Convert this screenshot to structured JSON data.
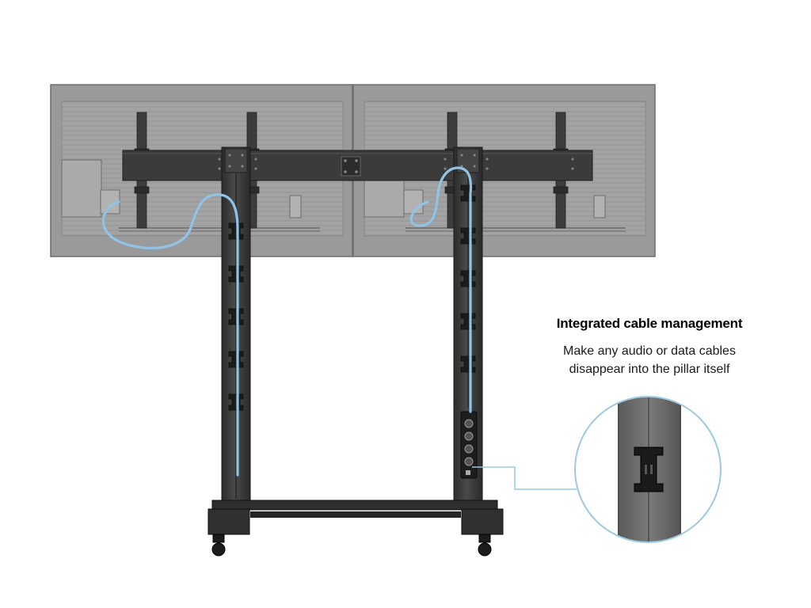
{
  "callout": {
    "title": "Integrated cable management",
    "body_line_1": "Make any audio or data cables",
    "body_line_2": "disappear into the pillar itself"
  },
  "colors": {
    "background": "#ffffff",
    "screen_back": "#9c9c9c",
    "stand_metal": "#3a3a3a",
    "cable": "#8fc4e6",
    "callout_line": "#9cc9e2"
  },
  "icons": {
    "power_outlets": "socket-icon",
    "cable_clip": "clip-icon"
  }
}
